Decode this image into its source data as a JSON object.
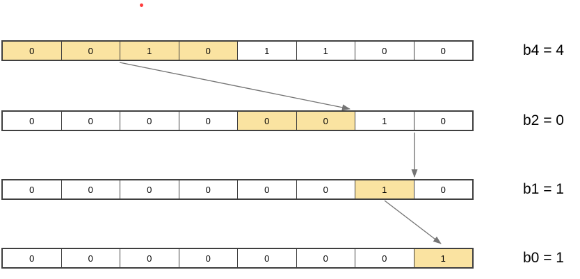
{
  "rows": [
    {
      "name": "b4",
      "label": "b4 = 4",
      "cells": [
        {
          "v": "0",
          "hl": true
        },
        {
          "v": "0",
          "hl": true
        },
        {
          "v": "1",
          "hl": true
        },
        {
          "v": "0",
          "hl": true
        },
        {
          "v": "1",
          "hl": false
        },
        {
          "v": "1",
          "hl": false
        },
        {
          "v": "0",
          "hl": false
        },
        {
          "v": "0",
          "hl": false
        }
      ]
    },
    {
      "name": "b2",
      "label": "b2 = 0",
      "cells": [
        {
          "v": "0",
          "hl": false
        },
        {
          "v": "0",
          "hl": false
        },
        {
          "v": "0",
          "hl": false
        },
        {
          "v": "0",
          "hl": false
        },
        {
          "v": "0",
          "hl": true
        },
        {
          "v": "0",
          "hl": true
        },
        {
          "v": "1",
          "hl": false
        },
        {
          "v": "0",
          "hl": false
        }
      ]
    },
    {
      "name": "b1",
      "label": "b1 = 1",
      "cells": [
        {
          "v": "0",
          "hl": false
        },
        {
          "v": "0",
          "hl": false
        },
        {
          "v": "0",
          "hl": false
        },
        {
          "v": "0",
          "hl": false
        },
        {
          "v": "0",
          "hl": false
        },
        {
          "v": "0",
          "hl": false
        },
        {
          "v": "1",
          "hl": true
        },
        {
          "v": "0",
          "hl": false
        }
      ]
    },
    {
      "name": "b0",
      "label": "b0 = 1",
      "cells": [
        {
          "v": "0",
          "hl": false
        },
        {
          "v": "0",
          "hl": false
        },
        {
          "v": "0",
          "hl": false
        },
        {
          "v": "0",
          "hl": false
        },
        {
          "v": "0",
          "hl": false
        },
        {
          "v": "0",
          "hl": false
        },
        {
          "v": "0",
          "hl": false
        },
        {
          "v": "1",
          "hl": true
        }
      ]
    }
  ],
  "arrows": [
    {
      "from": "row-b4-cell-3",
      "to": "row-b2-cell-6"
    },
    {
      "from": "row-b2-cell-7-right-edge",
      "to": "row-b1-cell-7"
    },
    {
      "from": "row-b1-cell-7",
      "to": "row-b0-cell-8"
    }
  ],
  "colors": {
    "highlight": "#fae3a1",
    "border": "#3f3f3f",
    "arrow": "#757575",
    "marker": "#ff1a1a",
    "text": "#000000",
    "bg": "#ffffff"
  }
}
